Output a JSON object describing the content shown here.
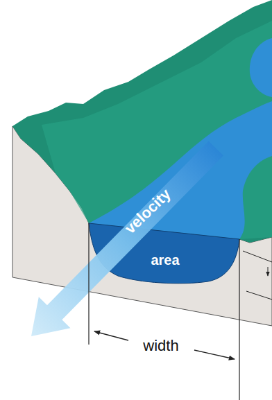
{
  "diagram": {
    "labels": [
      "velocity",
      "area",
      "width"
    ]
  }
}
